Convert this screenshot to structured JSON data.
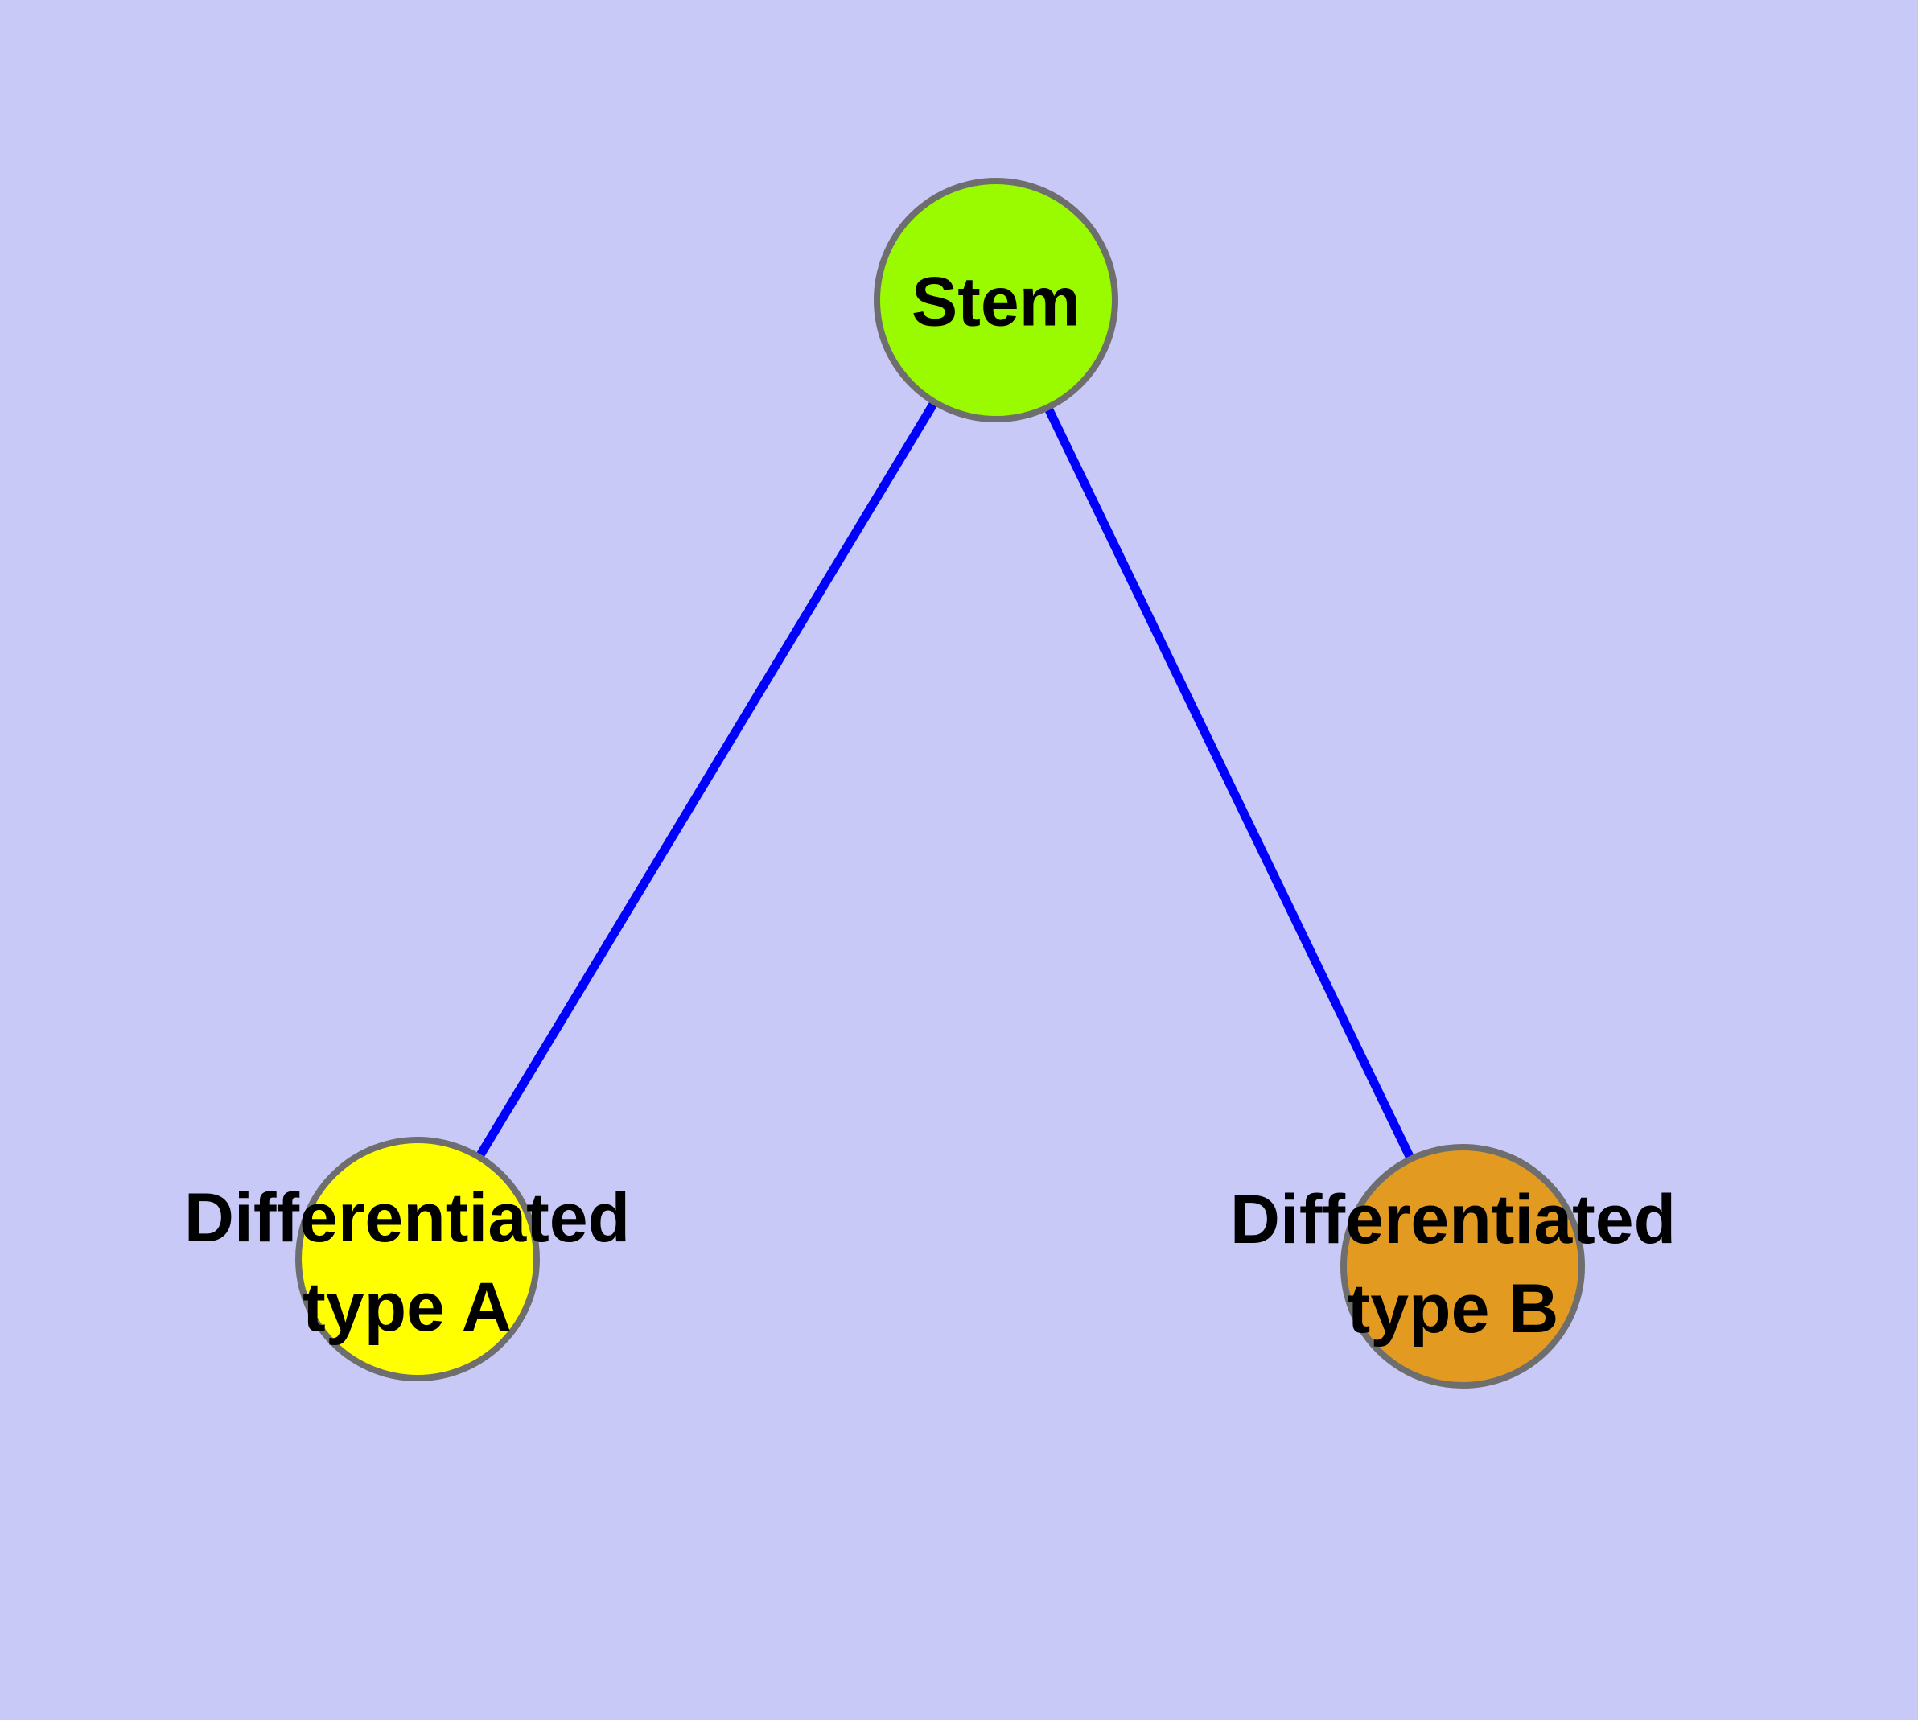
{
  "diagram": {
    "background_color": "#C9C9F8",
    "edge_color": "#0000FF",
    "node_border_color": "#6E6E6E",
    "label_color": "#000000",
    "nodes": [
      {
        "id": "stem",
        "label": "Stem",
        "label_lines": [
          "Stem"
        ],
        "fill": "#9AFA00",
        "shape": "circle"
      },
      {
        "id": "differentiated-type-a",
        "label": "Differentiated type A",
        "label_lines": [
          "Differentiated",
          "type A"
        ],
        "fill": "#FFFF00",
        "shape": "circle"
      },
      {
        "id": "differentiated-type-b",
        "label": "Differentiated type B",
        "label_lines": [
          "Differentiated",
          "type B"
        ],
        "fill": "#E39A21",
        "shape": "circle"
      }
    ],
    "edges": [
      {
        "source": "Stem",
        "target": "Differentiated type A"
      },
      {
        "source": "Stem",
        "target": "Differentiated type B"
      }
    ]
  }
}
